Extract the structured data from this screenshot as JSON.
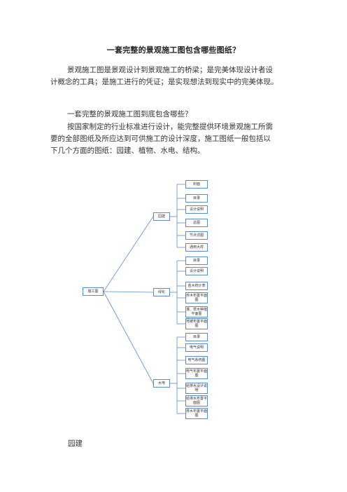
{
  "document": {
    "title": "一套完整的景观施工图包含哪些图纸？",
    "intro": {
      "line1": "景观施工图是景观设计到景观施工的桥梁；是完美体现设计者设",
      "line2": "计概念的工具；是施工进行的凭证；是实现想法到现实中的完美体现。"
    },
    "question": "一套完整的景观施工图到底包含哪些？",
    "body": {
      "line1": "按国家制定的行业标准进行设计，能完整提供环境景观施工所需",
      "line2": "要的全部图纸及所应达到可供施工的设计深度，施工图纸一般包括以",
      "line3": "下几个方面的图纸：园建、植物、水电、结构。"
    },
    "section_heading": "园建"
  },
  "diagram": {
    "root": "施工图",
    "branches": [
      {
        "label": "园建",
        "children": [
          "封面",
          "目录",
          "设计说明",
          "总图",
          "节点详图",
          "通用大样"
        ]
      },
      {
        "label": "绿化",
        "children": [
          "目录",
          "设计说明",
          "苗木统计表",
          "乔木布置平面图",
          "灌、草木种植平面图",
          "地被布置平面图"
        ]
      },
      {
        "label": "水电",
        "children": [
          "目录",
          "电气说明",
          "电气系统图",
          "电气布置平面图",
          "给排水设计说明",
          "给排水布置平面图",
          "排水布置平面图"
        ]
      }
    ]
  },
  "colors": {
    "box_border": "#5b8cc8",
    "connector": "#5b8cc8",
    "text": "#333333"
  }
}
